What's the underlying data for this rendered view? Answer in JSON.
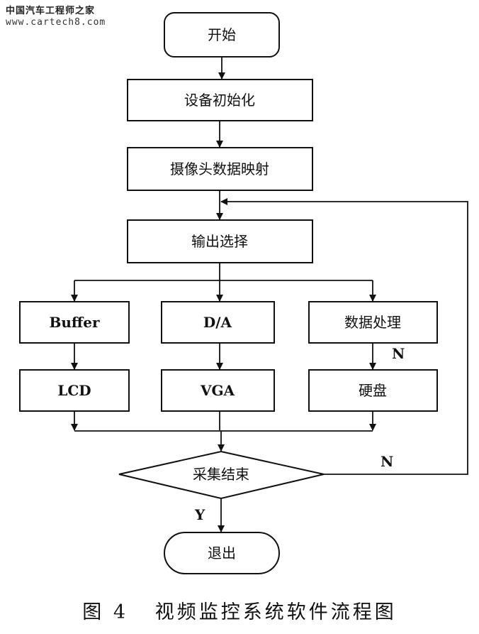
{
  "watermark": {
    "site_cn": "中国汽车工程师之家",
    "url": "www.cartech8.com"
  },
  "nodes": {
    "start": "开始",
    "init": "设备初始化",
    "map": "摄像头数据映射",
    "select": "输出选择",
    "buffer": "Buffer",
    "da": "D/A",
    "process": "数据处理",
    "lcd": "LCD",
    "vga": "VGA",
    "disk": "硬盘",
    "decision": "采集结束",
    "exit": "退出"
  },
  "edge_labels": {
    "n_disk": "N",
    "n_loop": "N",
    "y_exit": "Y"
  },
  "caption": {
    "figure": "图 4",
    "title": "视频监控系统软件流程图"
  }
}
